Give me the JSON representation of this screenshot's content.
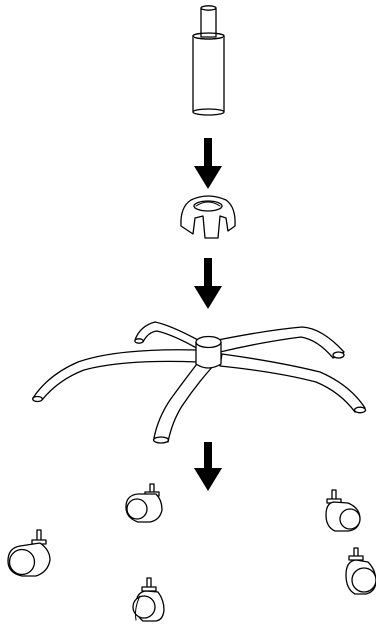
{
  "figure": {
    "background": "#ffffff",
    "line_color": "#000000",
    "parts": [
      "gas-lift-cylinder",
      "base-cover",
      "star-base",
      "caster-wheel"
    ],
    "caster_count": 5,
    "arrow_count": 3,
    "arrow_direction": "down"
  }
}
